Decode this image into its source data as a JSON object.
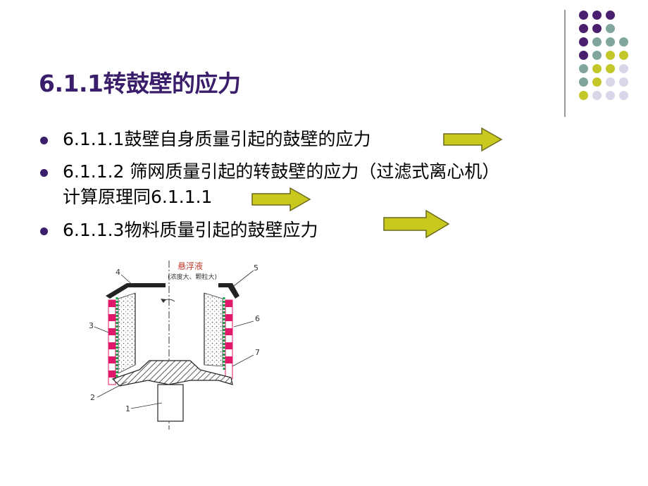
{
  "slide": {
    "title": "6.1.1转鼓壁的应力",
    "bullets": [
      {
        "text": "6.1.1.1鼓壁自身质量引起的鼓壁的应力"
      },
      {
        "text": "6.1.1.2 筛网质量引起的转鼓壁的应力（过滤式离心机）",
        "line2": "计算原理同6.1.1.1"
      },
      {
        "text": "6.1.1.3物料质量引起的鼓壁应力"
      }
    ]
  },
  "diagram": {
    "label_main": "悬浮液",
    "label_sub": "(浓度大、颗粒大)",
    "numbers": [
      "1",
      "2",
      "3",
      "4",
      "5",
      "6",
      "7"
    ]
  },
  "colors": {
    "title": "#3a1e6b",
    "arrow_fill": "#c8c81e",
    "dot_purple": "#4a1f6e",
    "dot_teal": "#7fa59c",
    "dot_olive": "#c3c72a",
    "dot_lavender": "#d9d6ea",
    "pink": "#e0186a",
    "green": "#1aa64a"
  }
}
